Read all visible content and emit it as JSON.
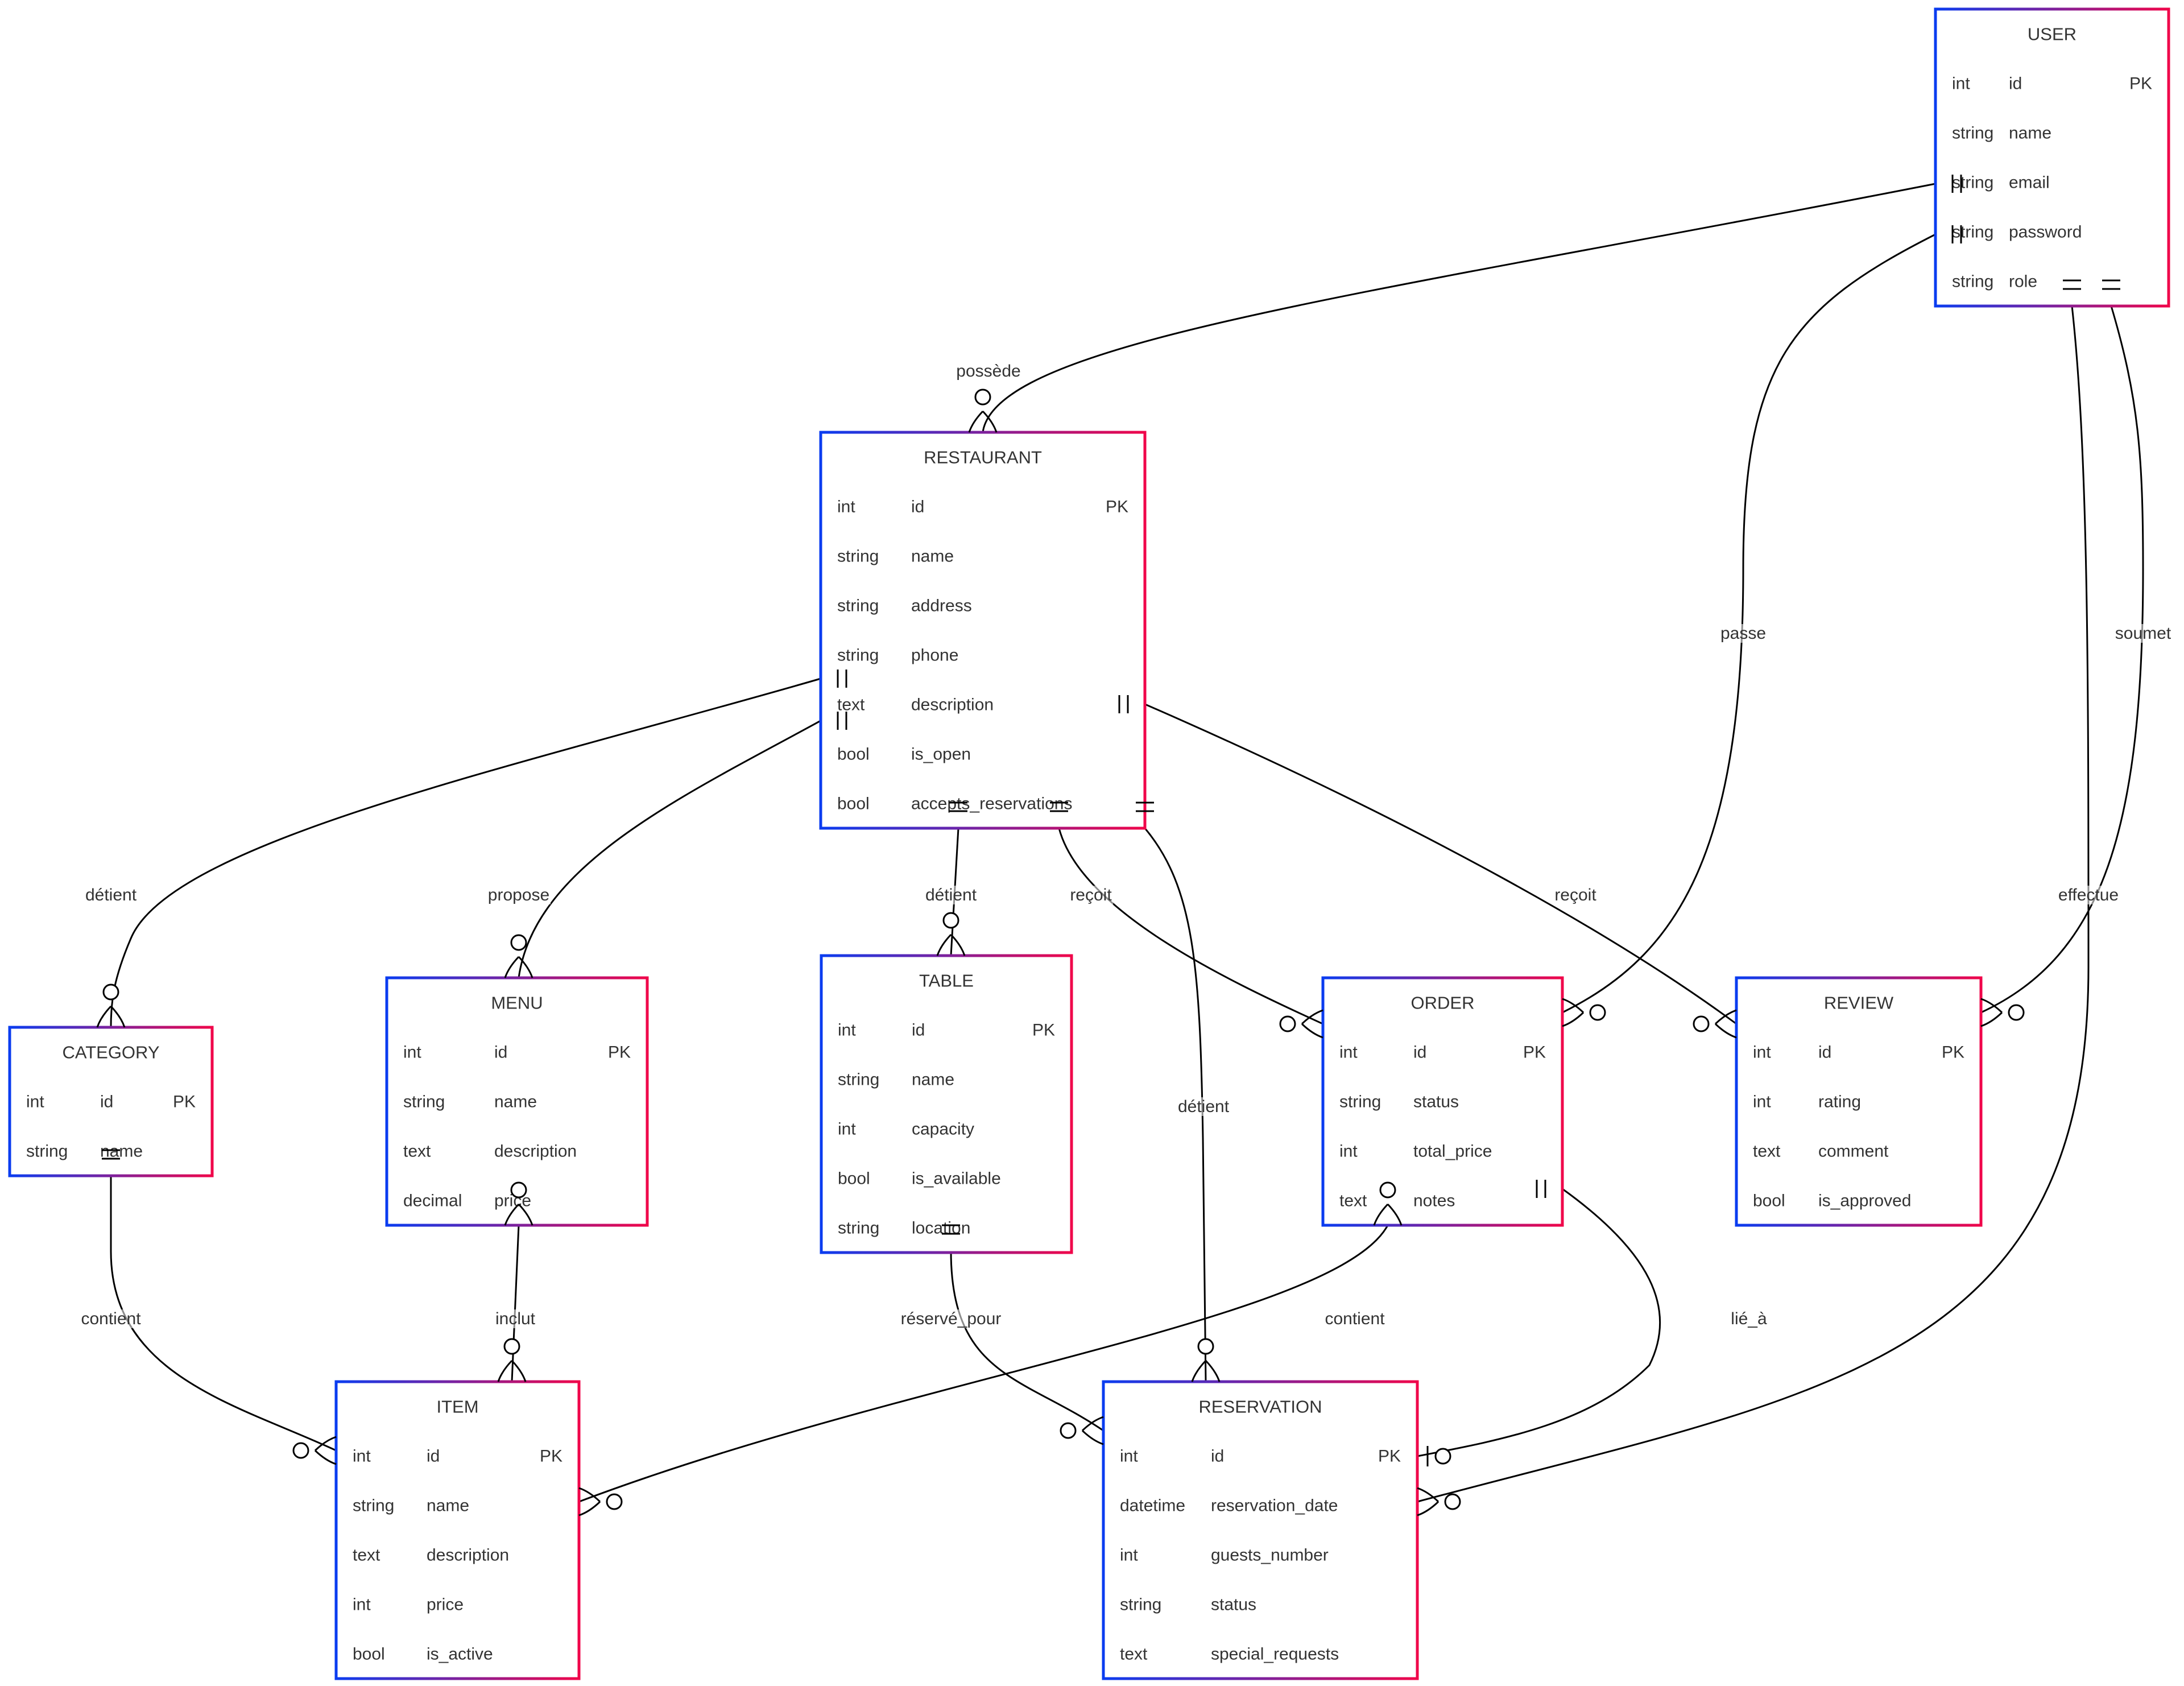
{
  "diagram": {
    "type": "entity-relationship",
    "colors": {
      "border_gradient_start": "#0a3cf0",
      "border_gradient_end": "#f0054a",
      "text": "#333333",
      "edge": "#000000",
      "background": "#ffffff"
    },
    "entities": [
      {
        "id": "USER",
        "title": "USER",
        "attributes": [
          {
            "type": "int",
            "name": "id",
            "key": "PK"
          },
          {
            "type": "string",
            "name": "name",
            "key": ""
          },
          {
            "type": "string",
            "name": "email",
            "key": ""
          },
          {
            "type": "string",
            "name": "password",
            "key": ""
          },
          {
            "type": "string",
            "name": "role",
            "key": ""
          }
        ]
      },
      {
        "id": "RESTAURANT",
        "title": "RESTAURANT",
        "attributes": [
          {
            "type": "int",
            "name": "id",
            "key": "PK"
          },
          {
            "type": "string",
            "name": "name",
            "key": ""
          },
          {
            "type": "string",
            "name": "address",
            "key": ""
          },
          {
            "type": "string",
            "name": "phone",
            "key": ""
          },
          {
            "type": "text",
            "name": "description",
            "key": ""
          },
          {
            "type": "bool",
            "name": "is_open",
            "key": ""
          },
          {
            "type": "bool",
            "name": "accepts_reservations",
            "key": ""
          }
        ]
      },
      {
        "id": "CATEGORY",
        "title": "CATEGORY",
        "attributes": [
          {
            "type": "int",
            "name": "id",
            "key": "PK"
          },
          {
            "type": "string",
            "name": "name",
            "key": ""
          }
        ]
      },
      {
        "id": "MENU",
        "title": "MENU",
        "attributes": [
          {
            "type": "int",
            "name": "id",
            "key": "PK"
          },
          {
            "type": "string",
            "name": "name",
            "key": ""
          },
          {
            "type": "text",
            "name": "description",
            "key": ""
          },
          {
            "type": "decimal",
            "name": "price",
            "key": ""
          }
        ]
      },
      {
        "id": "TABLE",
        "title": "TABLE",
        "attributes": [
          {
            "type": "int",
            "name": "id",
            "key": "PK"
          },
          {
            "type": "string",
            "name": "name",
            "key": ""
          },
          {
            "type": "int",
            "name": "capacity",
            "key": ""
          },
          {
            "type": "bool",
            "name": "is_available",
            "key": ""
          },
          {
            "type": "string",
            "name": "location",
            "key": ""
          }
        ]
      },
      {
        "id": "ORDER",
        "title": "ORDER",
        "attributes": [
          {
            "type": "int",
            "name": "id",
            "key": "PK"
          },
          {
            "type": "string",
            "name": "status",
            "key": ""
          },
          {
            "type": "int",
            "name": "total_price",
            "key": ""
          },
          {
            "type": "text",
            "name": "notes",
            "key": ""
          }
        ]
      },
      {
        "id": "REVIEW",
        "title": "REVIEW",
        "attributes": [
          {
            "type": "int",
            "name": "id",
            "key": "PK"
          },
          {
            "type": "int",
            "name": "rating",
            "key": ""
          },
          {
            "type": "text",
            "name": "comment",
            "key": ""
          },
          {
            "type": "bool",
            "name": "is_approved",
            "key": ""
          }
        ]
      },
      {
        "id": "ITEM",
        "title": "ITEM",
        "attributes": [
          {
            "type": "int",
            "name": "id",
            "key": "PK"
          },
          {
            "type": "string",
            "name": "name",
            "key": ""
          },
          {
            "type": "text",
            "name": "description",
            "key": ""
          },
          {
            "type": "int",
            "name": "price",
            "key": ""
          },
          {
            "type": "bool",
            "name": "is_active",
            "key": ""
          }
        ]
      },
      {
        "id": "RESERVATION",
        "title": "RESERVATION",
        "attributes": [
          {
            "type": "int",
            "name": "id",
            "key": "PK"
          },
          {
            "type": "datetime",
            "name": "reservation_date",
            "key": ""
          },
          {
            "type": "int",
            "name": "guests_number",
            "key": ""
          },
          {
            "type": "string",
            "name": "status",
            "key": ""
          },
          {
            "type": "text",
            "name": "special_requests",
            "key": ""
          }
        ]
      }
    ],
    "relationships": [
      {
        "from": "USER",
        "to": "RESTAURANT",
        "label": "possède",
        "from_card": "exactly-one",
        "to_card": "zero-or-many"
      },
      {
        "from": "USER",
        "to": "ORDER",
        "label": "passe",
        "from_card": "exactly-one",
        "to_card": "zero-or-many"
      },
      {
        "from": "USER",
        "to": "REVIEW",
        "label": "soumet",
        "from_card": "exactly-one",
        "to_card": "zero-or-many"
      },
      {
        "from": "USER",
        "to": "RESERVATION",
        "label": "effectue",
        "from_card": "exactly-one",
        "to_card": "zero-or-many"
      },
      {
        "from": "RESTAURANT",
        "to": "CATEGORY",
        "label": "détient",
        "from_card": "exactly-one",
        "to_card": "zero-or-many"
      },
      {
        "from": "RESTAURANT",
        "to": "MENU",
        "label": "propose",
        "from_card": "exactly-one",
        "to_card": "zero-or-many"
      },
      {
        "from": "RESTAURANT",
        "to": "TABLE",
        "label": "détient",
        "from_card": "exactly-one",
        "to_card": "zero-or-many"
      },
      {
        "from": "RESTAURANT",
        "to": "ORDER",
        "label": "reçoit",
        "from_card": "exactly-one",
        "to_card": "zero-or-many"
      },
      {
        "from": "RESTAURANT",
        "to": "REVIEW",
        "label": "reçoit",
        "from_card": "exactly-one",
        "to_card": "zero-or-many"
      },
      {
        "from": "RESTAURANT",
        "to": "RESERVATION",
        "label": "détient",
        "from_card": "exactly-one",
        "to_card": "zero-or-many"
      },
      {
        "from": "CATEGORY",
        "to": "ITEM",
        "label": "contient",
        "from_card": "exactly-one",
        "to_card": "zero-or-many"
      },
      {
        "from": "MENU",
        "to": "ITEM",
        "label": "inclut",
        "from_card": "zero-or-many",
        "to_card": "zero-or-many"
      },
      {
        "from": "TABLE",
        "to": "RESERVATION",
        "label": "réservé_pour",
        "from_card": "exactly-one",
        "to_card": "zero-or-many"
      },
      {
        "from": "ORDER",
        "to": "ITEM",
        "label": "contient",
        "from_card": "zero-or-many",
        "to_card": "zero-or-many"
      },
      {
        "from": "ORDER",
        "to": "RESERVATION",
        "label": "lié_à",
        "from_card": "exactly-one",
        "to_card": "zero-or-one"
      }
    ]
  }
}
